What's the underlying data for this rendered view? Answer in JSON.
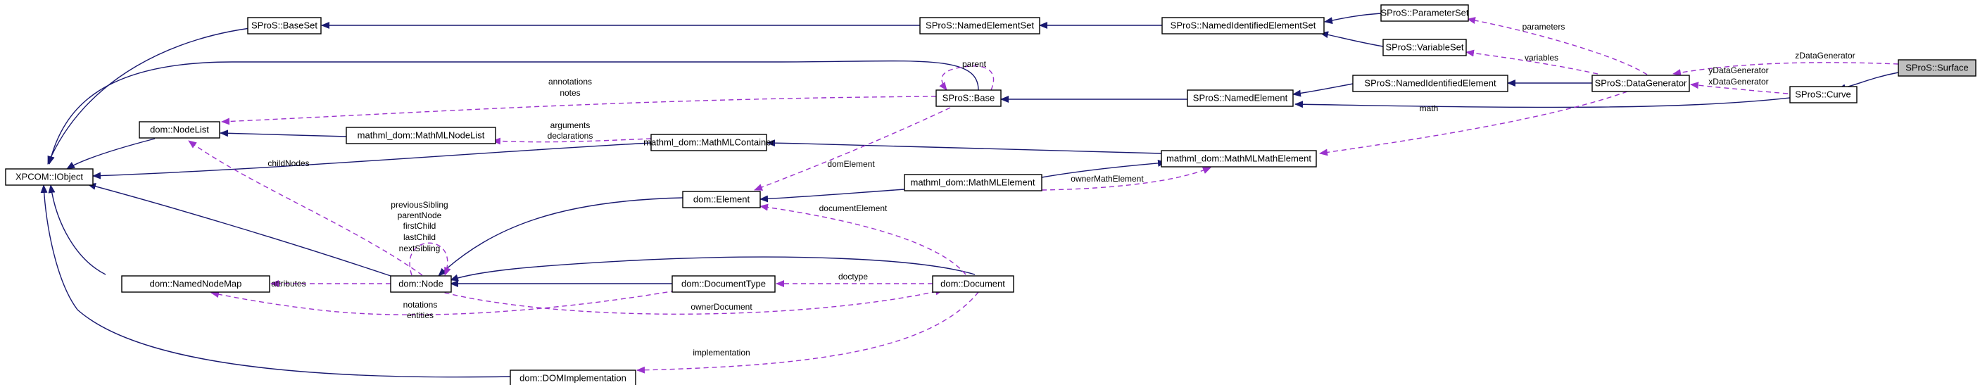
{
  "nodes": {
    "xpcom_iobject": "XPCOM::IObject",
    "dom_nodelist": "dom::NodeList",
    "dom_namednodemap": "dom::NamedNodeMap",
    "mathml_dom_mathmlnodelist": "mathml_dom::MathMLNodeList",
    "sp_baseset": "SProS::BaseSet",
    "dom_node": "dom::Node",
    "mathml_dom_mathmlcontainer": "mathml_dom::MathMLContainer",
    "dom_element": "dom::Element",
    "dom_documenttype": "dom::DocumentType",
    "dom_domimplementation": "dom::DOMImplementation",
    "sp_namedelementset": "SProS::NamedElementSet",
    "sp_base": "SProS::Base",
    "mathml_dom_mathmlelement": "mathml_dom::MathMLElement",
    "dom_document": "dom::Document",
    "sp_namedidentifiedelementset": "SProS::NamedIdentifiedElementSet",
    "sp_namedelement": "SProS::NamedElement",
    "mathml_dom_mathmlmathelement": "mathml_dom::MathMLMathElement",
    "sp_parameterset": "SProS::ParameterSet",
    "sp_variableset": "SProS::VariableSet",
    "sp_namedidentifiedelement": "SProS::NamedIdentifiedElement",
    "sp_datagenerator": "SProS::DataGenerator",
    "sp_curve": "SProS::Curve",
    "sp_surface": "SProS::Surface"
  },
  "edge_labels": {
    "parent": "parent",
    "annotations": "annotations",
    "notes": "notes",
    "arguments": "arguments",
    "declarations": "declarations",
    "domelement": "domElement",
    "childnodes": "childNodes",
    "previoussibling": "previousSibling",
    "parentnode": "parentNode",
    "firstchild": "firstChild",
    "lastchild": "lastChild",
    "nextsibling": "nextSibling",
    "attributes": "attributes",
    "notations": "notations",
    "entities": "entities",
    "ownerdocument": "ownerDocument",
    "doctype": "doctype",
    "documentelement": "documentElement",
    "implementation": "implementation",
    "ownermathelement": "ownerMathElement",
    "math": "math",
    "parameters": "parameters",
    "variables": "variables",
    "zdatagenerator": "zDataGenerator",
    "ydatagenerator": "yDataGenerator",
    "xdatagenerator": "xDataGenerator"
  },
  "colors": {
    "inheritance_edge": "#191970",
    "usage_edge": "#9a32cd",
    "highlight_fill": "#bfbfbf"
  }
}
